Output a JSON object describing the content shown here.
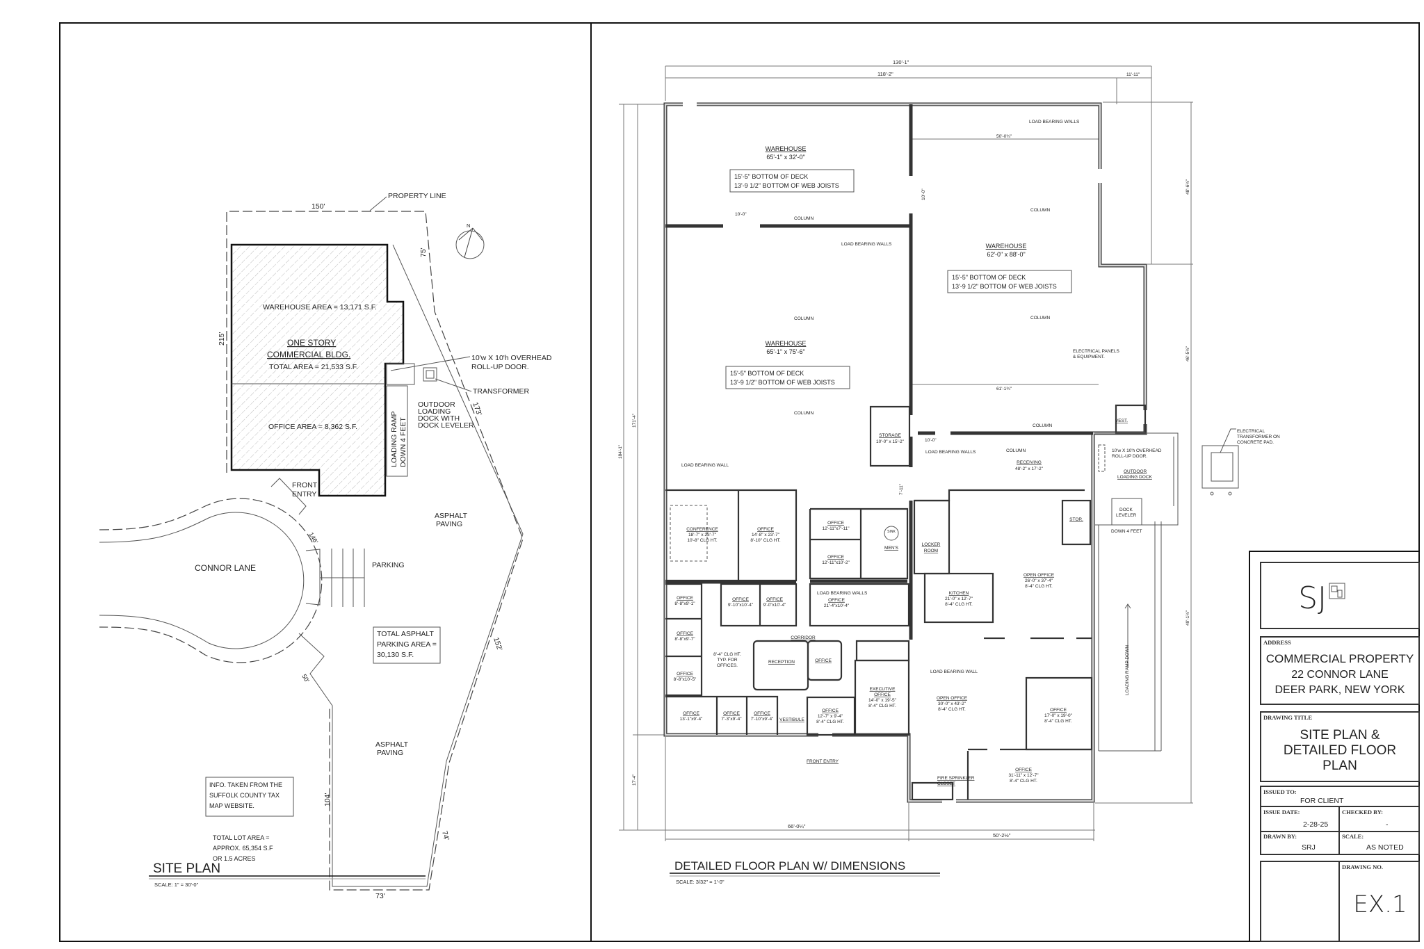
{
  "title_block": {
    "logo": "SJ",
    "address_label": "ADDRESS",
    "address_lines": [
      "COMMERCIAL PROPERTY",
      "22 CONNOR LANE",
      "DEER PARK, NEW YORK"
    ],
    "drawing_title_label": "DRAWING TITLE",
    "drawing_title_lines": [
      "SITE PLAN &",
      "DETAILED FLOOR",
      "PLAN"
    ],
    "issued_to_label": "ISSUED TO:",
    "issued_to": "FOR CLIENT",
    "issue_date_label": "ISSUE DATE:",
    "issue_date": "2-28-25",
    "checked_by_label": "CHECKED BY:",
    "checked_by": "-",
    "drawn_by_label": "DRAWN BY:",
    "drawn_by": "SRJ",
    "scale_label": "SCALE:",
    "scale": "AS NOTED",
    "drawing_no_label": "DRAWING NO.",
    "drawing_no": "EX.1"
  },
  "site_plan": {
    "title": "SITE PLAN",
    "scale": "SCALE:  1\" = 30'-0\"",
    "property_line": "PROPERTY LINE",
    "north": "N",
    "warehouse_area": "WAREHOUSE AREA = 13,171 S.F.",
    "building": [
      "ONE STORY",
      "COMMERCIAL BLDG."
    ],
    "total_area": "TOTAL AREA = 21,533 S.F.",
    "office_area": "OFFICE AREA = 8,362 S.F.",
    "overhead_door": [
      "10'w X 10'h OVERHEAD",
      "ROLL-UP DOOR."
    ],
    "transformer": "TRANSFORMER",
    "loading_dock": [
      "OUTDOOR",
      "LOADING",
      "DOCK WITH",
      "DOCK LEVELER"
    ],
    "loading_ramp": [
      "LOADING RAMP",
      "DOWN 4 FEET"
    ],
    "front_entry": [
      "FRONT",
      "ENTRY"
    ],
    "street": "CONNOR LANE",
    "parking": "PARKING",
    "asphalt": [
      "ASPHALT",
      "PAVING"
    ],
    "parking_area": [
      "TOTAL ASPHALT",
      "PARKING AREA =",
      "30,130 S.F."
    ],
    "info": [
      "INFO. TAKEN FROM THE",
      "SUFFOLK COUNTY TAX",
      "MAP WEBSITE."
    ],
    "lot_area": [
      "TOTAL LOT AREA =",
      "APPROX. 65,354 S.F",
      "OR 1.5 ACRES"
    ],
    "dims": {
      "top": "150'",
      "left": "215'",
      "ne": "75'",
      "east": "173'",
      "cul": "146'",
      "sw": "50'",
      "se": "152'",
      "s": "74'",
      "west": "104'",
      "bottom": "73'"
    }
  },
  "floor_plan": {
    "title": "DETAILED FLOOR PLAN W/ DIMENSIONS",
    "scale": "SCALE:  3/32\" = 1'-0\"",
    "dims": {
      "overall_width": "130'-1\"",
      "width_a": "118'-2\"",
      "width_b": "11'-11\"",
      "bottom_a": "66'-0¼\"",
      "bottom_b": "50'-2½\"",
      "overall_depth": "184'-1\"",
      "depth_a": "171'-4\"",
      "depth_b": "17'-4\"",
      "right_a": "48'-6½\"",
      "right_b": "46'-5½\"",
      "right_c": "49'-1½\"",
      "inner_50": "50'-0¾\"",
      "gap_1": "10'-0\"",
      "gap_2": "10'-0\"",
      "gap_3": "10'-0\"",
      "gap_4": "7'-11\"",
      "inner_61": "61'-1¾\""
    },
    "deck_note": [
      "15'-5\" BOTTOM OF DECK",
      "13'-9 1/2\" BOTTOM OF WEB JOISTS"
    ],
    "rooms": [
      {
        "name": "WAREHOUSE",
        "size": "65'-1\" x 32'-0\""
      },
      {
        "name": "WAREHOUSE",
        "size": "65'-1\" x 75'-6\""
      },
      {
        "name": "WAREHOUSE",
        "size": "62'-0\" x 88'-0\""
      },
      {
        "name": "STORAGE",
        "size": "10'-0\" x 15'-2\""
      },
      {
        "name": "RECEIVING",
        "size": "48'-2\" x 17'-2\""
      },
      {
        "name": "CONFERENCE",
        "size": "18'-7\" x 23'-7\"",
        "clg": "10'-8\" CLG HT."
      },
      {
        "name": "OFFICE",
        "size": "14'-8\" x 23'-7\"",
        "clg": "8'-10\" CLG HT."
      },
      {
        "name": "OFFICE",
        "size": "12'-11\"x7'-11\""
      },
      {
        "name": "OFFICE",
        "size": "12'-11\"x10'-2\""
      },
      {
        "name": "MEN'S"
      },
      {
        "name": "LOCKER",
        "size": "ROOM"
      },
      {
        "name": "OFFICE",
        "size": "8'-8\"x9'-1\""
      },
      {
        "name": "OFFICE",
        "size": "9'-10\"x10'-4\""
      },
      {
        "name": "OFFICE",
        "size": "9'-0\"x10'-4\""
      },
      {
        "name": "OFFICE",
        "size": "21'-4\"x10'-4\""
      },
      {
        "name": "KITCHEN",
        "size": "21'-0\" x 12'-7\"",
        "clg": "8'-4\" CLG HT."
      },
      {
        "name": "OPEN OFFICE",
        "size": "26'-0\" x 37'-4\"",
        "clg": "8'-4\" CLG HT."
      },
      {
        "name": "STOR."
      },
      {
        "name": "OFFICE",
        "size": "8'-8\"x9'-7\""
      },
      {
        "name": "OFFICE",
        "size": "8'-8\"x10'-5\""
      },
      {
        "name": "RECEPTION"
      },
      {
        "name": "OFFICE"
      },
      {
        "name": "EXECUTIVE",
        "size": "OFFICE",
        "clg": "14'-0\" x 19'-5\"",
        "clg2": "8'-4\" CLG HT."
      },
      {
        "name": "OFFICE",
        "size": "13'-1\"x9'-4\""
      },
      {
        "name": "OFFICE",
        "size": "7'-3\"x9'-4\""
      },
      {
        "name": "OFFICE",
        "size": "7'-10\"x9'-4\""
      },
      {
        "name": "VESTIBULE"
      },
      {
        "name": "OFFICE",
        "size": "12'-7\" x 9'-4\"",
        "clg": "8'-4\" CLG HT."
      },
      {
        "name": "OPEN OFFICE",
        "size": "30'-0\" x 43'-2\"",
        "clg": "8'-4\" CLG HT."
      },
      {
        "name": "OFFICE",
        "size": "17'-0\" x 19'-0\"",
        "clg": "8'-4\" CLG HT."
      },
      {
        "name": "OFFICE",
        "size": "31'-11\" x 12'-7\"",
        "clg": "8'-4\" CLG HT."
      },
      {
        "name": "VEST."
      }
    ],
    "corridor": "CORRIDOR",
    "ceiling_note": [
      "8'-4\" CLG HT.",
      "TYP. FOR",
      "OFFICES."
    ],
    "column": "COLUMN",
    "load_bearing_walls": "LOAD BEARING WALLS",
    "load_bearing_wall": "LOAD BEARING WALL",
    "sink": "SINK",
    "electrical_panels": [
      "ELECTRICAL PANELS",
      "& EQUIPMENT."
    ],
    "overhead_door": [
      "10'w X 10'h OVERHEAD",
      "ROLL-UP DOOR."
    ],
    "outdoor_dock": [
      "OUTDOOR",
      "LOADING DOCK"
    ],
    "dock_leveler": [
      "DOCK",
      "LEVELER"
    ],
    "down_4_feet": "DOWN 4 FEET",
    "loading_ramp": "LOADING RAMP DOWN",
    "fire_sprinkler": [
      "FIRE SPRINKLER",
      "CLOSET"
    ],
    "front_entry": "FRONT ENTRY",
    "transformer_note": [
      "ELECTRICAL",
      "TRANSFORMER ON",
      "CONCRETE PAD."
    ]
  }
}
